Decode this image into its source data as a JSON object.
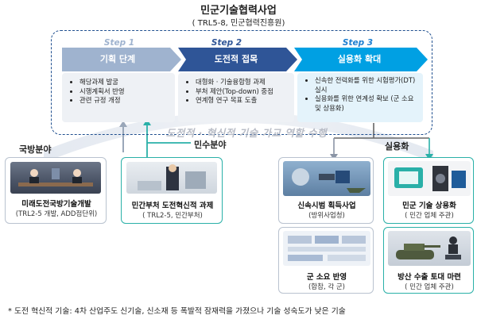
{
  "title": "민군기술협력사업",
  "subtitle": "( TRL5-8, 민군협력진흥원)",
  "steps": [
    {
      "step": "Step 1",
      "name": "기획 단계",
      "items": [
        "해당과제 발굴",
        "시행계획서 반영",
        "관련 규정 개정"
      ]
    },
    {
      "step": "Step 2",
      "name": "도전적 접목",
      "items": [
        "대형화 · 기술융합형 과제",
        "부처 제안(Top-down) 중점",
        "연계형 연구 목표 도출"
      ]
    },
    {
      "step": "Step 3",
      "name": "실용화 확대",
      "items": [
        "신속한 전력화를 위한 시험평가(DT) 실시",
        "실용화를 위한 연계성 확보 (군 소요 및 상용화)"
      ]
    }
  ],
  "banner": "도전적 · 혁신적 기술 가교 역할 수행",
  "left": {
    "defense_label": "국방분야",
    "civil_label": "민수분야",
    "defense_card": {
      "title": "미래도전국방기술개발",
      "sub": "(TRL2-5 개발, ADD점단위)"
    },
    "civil_card": {
      "title": "민간부처 도전혁신적 과제",
      "sub": "( TRL2-5, 민간부처)"
    }
  },
  "right": {
    "label": "실용화",
    "cards": [
      {
        "title": "신속시범 획득사업",
        "sub": "(방위사업청)"
      },
      {
        "title": "민군 기술 상용화",
        "sub": "( 민간 업체 주관)"
      },
      {
        "title": "군 소요 반영",
        "sub": "(합참, 각 군)"
      },
      {
        "title": "방산 수출 토대 마련",
        "sub": "( 민간 업체 주관)"
      }
    ]
  },
  "footnote": "* 도전 혁신적 기술: 4차 산업주도 신기술, 신소재 등 폭발적 잠재력을 가졌으나 기술 성숙도가 낮은 기술",
  "colors": {
    "navy": "#1f4f8f",
    "step1": "#9fb3cf",
    "step2": "#2f5597",
    "step3": "#00a0e3",
    "teal": "#2ab0a8",
    "step3_text": "#1d7fd0"
  }
}
